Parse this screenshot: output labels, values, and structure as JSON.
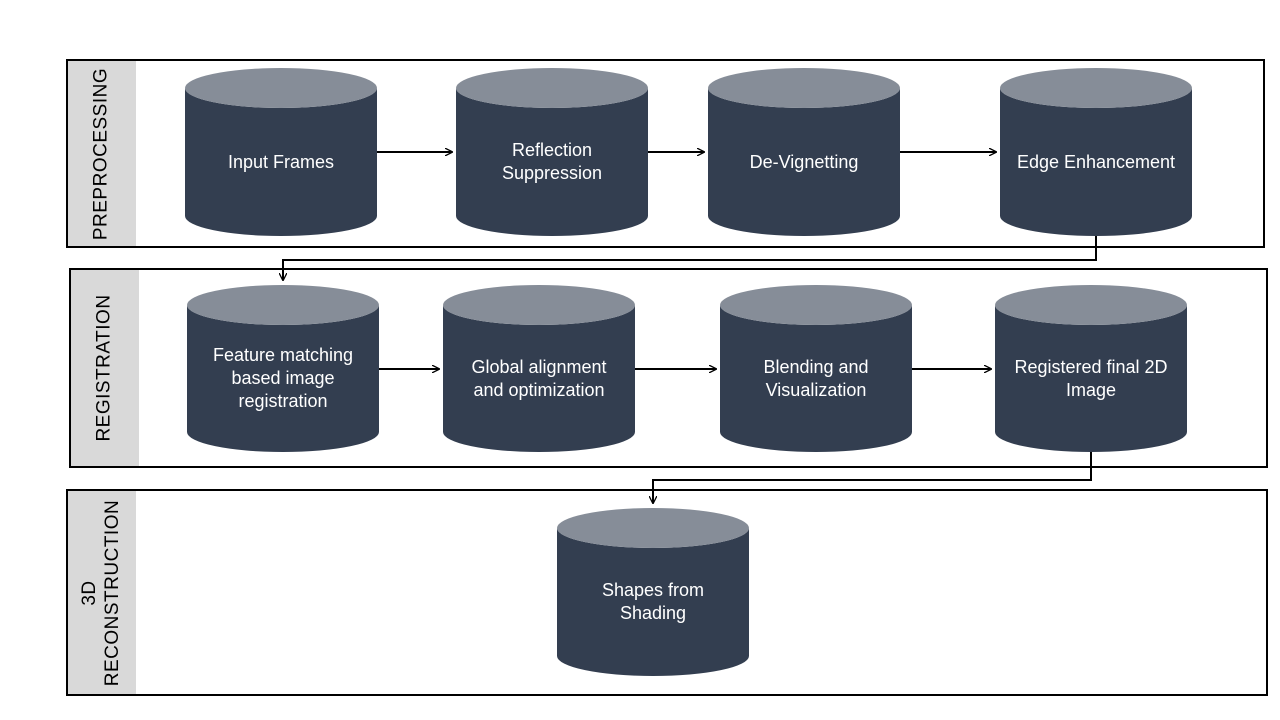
{
  "colors": {
    "cylinder_body": "#333e50",
    "cylinder_top": "#868d98",
    "label_band": "#d9d9d9",
    "border": "#000000",
    "text_on_cylinder": "#ffffff"
  },
  "sections": [
    {
      "label": "PREPROCESSING",
      "steps": [
        "Input Frames",
        "Reflection\nSuppression",
        "De-Vignetting",
        "Edge Enhancement"
      ]
    },
    {
      "label": "REGISTRATION",
      "steps": [
        "Feature matching\nbased image\nregistration",
        "Global alignment\nand optimization",
        "Blending and\nVisualization",
        "Registered final 2D\nImage"
      ]
    },
    {
      "label": "3D\nRECONSTRUCTION",
      "steps": [
        "Shapes from\nShading"
      ]
    }
  ]
}
